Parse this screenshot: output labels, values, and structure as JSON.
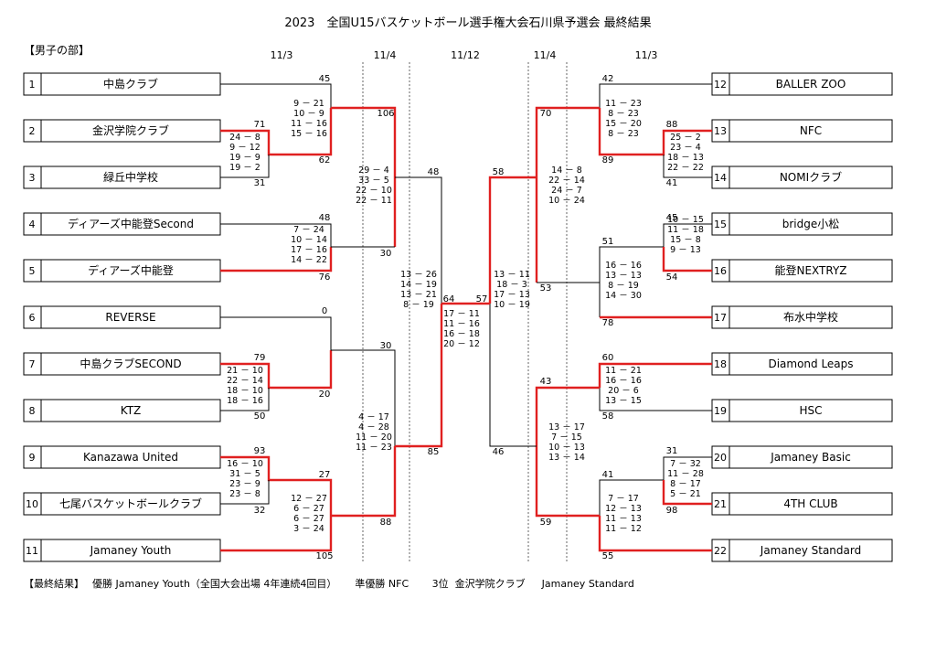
{
  "title": "2023　全国U15バスケットボール選手権大会石川県予選会 最終結果",
  "section": "【男子の部】",
  "dates": [
    "11/3",
    "11/4",
    "11/12",
    "11/4",
    "11/3"
  ],
  "left_teams": [
    {
      "seed": "1",
      "name": "中島クラブ"
    },
    {
      "seed": "2",
      "name": "金沢学院クラブ"
    },
    {
      "seed": "3",
      "name": "緑丘中学校"
    },
    {
      "seed": "4",
      "name": "ディアーズ中能登Second"
    },
    {
      "seed": "5",
      "name": "ディアーズ中能登"
    },
    {
      "seed": "6",
      "name": "REVERSE"
    },
    {
      "seed": "7",
      "name": "中島クラブSECOND"
    },
    {
      "seed": "8",
      "name": "KTZ"
    },
    {
      "seed": "9",
      "name": "Kanazawa United"
    },
    {
      "seed": "10",
      "name": "七尾バスケットボールクラブ"
    },
    {
      "seed": "11",
      "name": "Jamaney Youth"
    }
  ],
  "right_teams": [
    {
      "seed": "12",
      "name": "BALLER ZOO"
    },
    {
      "seed": "13",
      "name": "NFC"
    },
    {
      "seed": "14",
      "name": "NOMIクラブ"
    },
    {
      "seed": "15",
      "name": "bridge小松"
    },
    {
      "seed": "16",
      "name": "能登NEXTRYZ"
    },
    {
      "seed": "17",
      "name": "布水中学校"
    },
    {
      "seed": "18",
      "name": "Diamond Leaps"
    },
    {
      "seed": "19",
      "name": "HSC"
    },
    {
      "seed": "20",
      "name": "Jamaney Basic"
    },
    {
      "seed": "21",
      "name": "4TH CLUB"
    },
    {
      "seed": "22",
      "name": "Jamaney Standard"
    }
  ],
  "scores": [
    "45",
    "71",
    "62",
    "31",
    "48",
    "76",
    "0",
    "79",
    "20",
    "50",
    "93",
    "32",
    "27",
    "105",
    "106",
    "30",
    "30",
    "88",
    "48",
    "85",
    "64",
    "57",
    "42",
    "88",
    "89",
    "41",
    "45",
    "54",
    "51",
    "78",
    "60",
    "58",
    "31",
    "98",
    "70",
    "53",
    "43",
    "59",
    "41",
    "55",
    "58",
    "46"
  ],
  "quarters": [
    "9 － 21",
    "10 － 9",
    "11 － 16",
    "15 － 16",
    "24 － 8",
    "9 － 12",
    "19 － 9",
    "19 － 2",
    "7 － 24",
    "10 － 14",
    "17 － 16",
    "14 － 22",
    "21 － 10",
    "22 － 14",
    "18 － 10",
    "18 － 16",
    "16 － 10",
    "31 － 5",
    "23 － 9",
    "23 － 8",
    "12 － 27",
    "6 － 27",
    "6 － 27",
    "3 － 24",
    "29 － 4",
    "33 － 5",
    "22 － 10",
    "22 － 11",
    "4 － 17",
    "4 － 28",
    "11 － 20",
    "11 － 23",
    "13 － 26",
    "14 － 19",
    "13 － 21",
    "8 － 19",
    "17 － 11",
    "11 － 16",
    "16 － 18",
    "20 － 12",
    "13 － 11",
    "18 － 3",
    "17 － 13",
    "10 － 19",
    "14 － 8",
    "22 － 14",
    "24 － 7",
    "10 － 24",
    "13 － 17",
    "7 － 15",
    "10 － 13",
    "13 － 14",
    "11 － 23",
    "8 － 23",
    "15 － 20",
    "8 － 23",
    "25 － 2",
    "23 － 4",
    "18 － 13",
    "22 － 22",
    "16 － 16",
    "13 － 13",
    "8 － 19",
    "14 － 30",
    "10 － 15",
    "11 － 18",
    "15 － 8",
    "9 － 13",
    "11 － 21",
    "16 － 16",
    "20 － 6",
    "13 － 15",
    "7 － 32",
    "11 － 28",
    "8 － 17",
    "5 － 21",
    "7 － 17",
    "12 － 13",
    "11 － 13",
    "11 － 12"
  ],
  "result": "【最終結果】　 優勝 Jamaney Youth（全国大会出場 4年連続4回目）　　 準優勝 NFC　　 3位  金沢学院クラブ 　 Jamaney Standard",
  "colors": {
    "winner_line": "#e02020",
    "line": "#000000",
    "dotted": "#666666"
  }
}
